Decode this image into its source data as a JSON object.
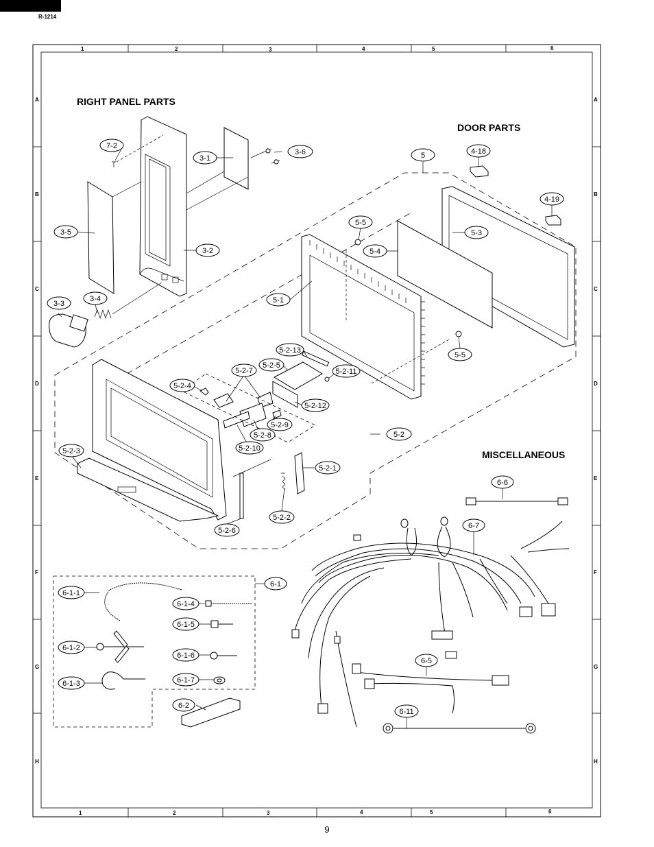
{
  "header": {
    "model": "R-1214"
  },
  "footer": {
    "page_number": "9"
  },
  "grid": {
    "columns": [
      "1",
      "2",
      "3",
      "4",
      "5",
      "6"
    ],
    "rows": [
      "A",
      "B",
      "C",
      "D",
      "E",
      "F",
      "G",
      "H"
    ]
  },
  "sections": {
    "right_panel": "RIGHT PANEL PARTS",
    "door": "DOOR  PARTS",
    "misc": "MISCELLANEOUS"
  },
  "callouts": {
    "p7_2": "7-2",
    "p3_1": "3-1",
    "p3_6": "3-6",
    "p3_5": "3-5",
    "p3_2": "3-2",
    "p3_3": "3-3",
    "p3_4": "3-4",
    "p5": "5",
    "p4_18": "4-18",
    "p4_19": "4-19",
    "p5_5a": "5-5",
    "p5_4": "5-4",
    "p5_3": "5-3",
    "p5_1": "5-1",
    "p5_5b": "5-5",
    "p5_2_13": "5-2-13",
    "p5_2_5": "5-2-5",
    "p5_2_7": "5-2-7",
    "p5_2_11": "5-2-11",
    "p5_2_4": "5-2-4",
    "p5_2_12": "5-2-12",
    "p5_2_9": "5-2-9",
    "p5_2_8": "5-2-8",
    "p5_2": "5-2",
    "p5_2_10": "5-2-10",
    "p5_2_3": "5-2-3",
    "p5_2_1": "5-2-1",
    "p5_2_2": "5-2-2",
    "p5_2_6": "5-2-6",
    "p6_6": "6-6",
    "p6_7": "6-7",
    "p6_1": "6-1",
    "p6_1_1": "6-1-1",
    "p6_1_4": "6-1-4",
    "p6_1_5": "6-1-5",
    "p6_1_2": "6-1-2",
    "p6_1_6": "6-1-6",
    "p6_1_7": "6-1-7",
    "p6_1_3": "6-1-3",
    "p6_2": "6-2",
    "p6_5": "6-5",
    "p6_11": "6-11"
  }
}
